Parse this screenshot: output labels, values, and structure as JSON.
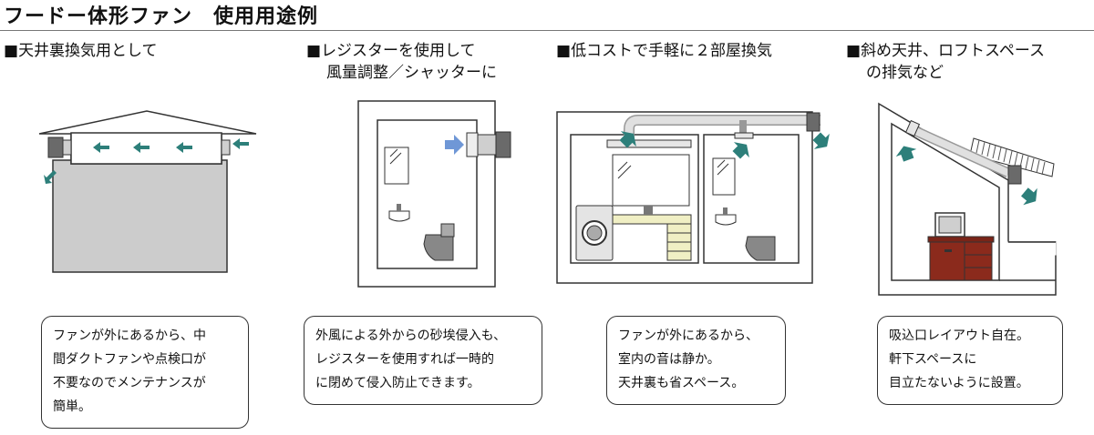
{
  "title": "フードー体形ファン　使用用途例",
  "bullet": "■",
  "sections": [
    {
      "heading_lines": [
        "天井裏換気用として"
      ],
      "caption_lines": [
        "ファンが外にあるから、中",
        "間ダクトファンや点検口が",
        "不要なのでメンテナンスが",
        "簡単。"
      ]
    },
    {
      "heading_lines": [
        "レジスターを使用して",
        "風量調整／シャッターに"
      ],
      "caption_lines": [
        "外風による外からの砂埃侵入も、",
        "レジスターを使用すれば一時的",
        "に閉めて侵入防止できます。"
      ]
    },
    {
      "heading_lines": [
        "低コストで手軽に２部屋換気"
      ],
      "caption_lines": [
        "ファンが外にあるから、",
        "室内の音は静か。",
        "天井裏も省スペース。"
      ]
    },
    {
      "heading_lines": [
        "斜め天井、ロフトスペース",
        "の排気など"
      ],
      "caption_lines": [
        "吸込口レイアウト自在。",
        "軒下スペースに",
        "目立たないように設置。"
      ]
    }
  ],
  "colors": {
    "arrow": "#2d7f7a",
    "arrow_blue": "#6f97d6",
    "wall_fill": "#cccccc",
    "duct": "#d8d8d8",
    "fan": "#6a6a6a",
    "vanity": "#f0efc4",
    "furniture": "#8b2a1c"
  }
}
